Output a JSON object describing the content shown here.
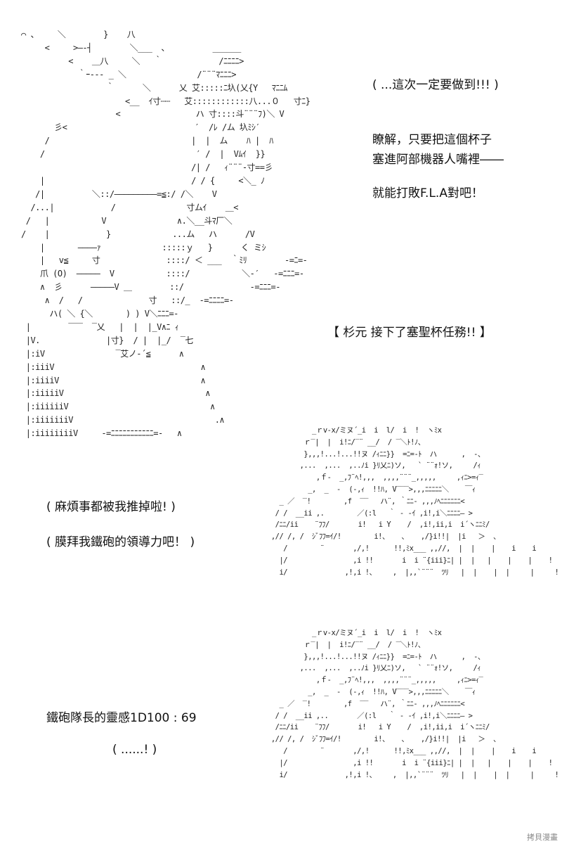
{
  "art": {
    "scene1": [
      "⌒ 、    ＼        }    八",
      "     <     >―‐┤        ＼___  ､          ______",
      "          <    ＿八     ＼   ｀            /ﾆﾆﾆﾆ>",
      "            ｀ｰ--‐ _ ＼               /¨¨¨ﾏﾆﾆﾆ>",
      "                  ｀      ＼      乂 艾:::::ﾆ圦(乂{Y   ﾏﾆﾆﾑ",
      "                      <__  ｲ寸┄┄   艾::::::::::::八...０   寸ﾆ}",
      "                    <                ハ 寸::::斗¨¨¨ﾌ)＼ V",
      "       彡<                           ′  /ﾚ /ム 圦ﾐｼ′",
      "     /                              |  |  ム    ﾊ |  ﾊ",
      "    /                                ′ /  |  Vﾑｲ  }}",
      "                                    /| /   ｨ¨¨¨-寸==彡",
      "    |                               / / {     <＼_ ﾉ",
      "   /|          ＼::/―――――――――=≦:/ /＼    V",
      "  /...|            /               寸ムｲ    ＿<",
      " /   |           V               ∧.＼__斗ﾏ厂＼",
      "/    |            }             ...ム   ハ      /V",
      "    |       ――――ｧ             :::::ｙ   }      く ミｼ",
      "    |   v≦     寸              ::::/ ＜ ___  ｀ﾐﾘ        -=ﾆ=-",
      "    爪 (O)  ―――――  V           ::::/           ＼-′   -=ﾆﾆﾆ=-",
      "    ∧  彡      ―――――V ＿        ::/              -=ﾆﾆﾆ=-",
      "     ∧  /   /              寸   ::/_  -=ﾆﾆﾆﾆ=-",
      "      ハ( ＼ {＼       ) ) V＼ﾆﾆﾆ=-",
      " |        ‾‾‾  ‾乂   |  |  |_V∧ﾆ ｨ",
      " |V.              |寸}  / |  |_/  ‾七",
      " |:iV               ‾艾ノ‐´≦      ∧",
      " |:iiiV                               ∧",
      " |:iiiiV                              ∧",
      " |:iiiiiV                              ∧",
      " |:iiiiiiV                              ∧",
      " |:iiiiiiiV                              .∧",
      " |:iiiiiiiiV     -=ﾆﾆﾆﾆﾆﾆﾆﾆﾆﾆﾆ=-   ∧"
    ],
    "scene2": [
      "           _ｒv‐x/ミヌ´_i  i  l/  i  !  ヽﾐx",
      "         ｒ‾|  |  i!ﾆ/‾¨ __/  / ‾＼ﾄ!ﾉ、",
      "         },,,!...!...!!ヌ /ｨﾆﾆ}}  =ﾆ=-ﾄ  ハ      ,  -、",
      "        ,...  ,...  ,..ﾉi }ﾘ乂ﾆ)ソ,   ` ¨¨ｫ!ソ,     /ｨ",
      "            ,ｆ‐  _,ﾌ¨ﾍ!,,,  ,,,,¨¨¨_,,,,,     ,ｨﾆ>=ｨ‾",
      "          _,  _  ‐  (‐,ｨ  !!ﾊ, V‾‾‾>,,,ﾆﾆﾆﾆﾆ＼    ￣ｨ",
      "   _ ／  ‾!        ,f  ‾‾   ハ¨, ｀ﾆﾆ‐ ,,,ﾉﾍﾆﾆﾆﾆﾆﾆ<",
      "  / /  __ii ,.        ／(:l   ｀ ‐ -ｲ ,i!,i＼ﾆﾆﾆﾆ― >",
      "  /ﾆﾆ/ii    ¨ﾌﾌ/       i!   i Y    /  ,i!,ii,i  i´ヽﾆﾆﾐ/",
      " ,// /, /  ｼﾞﾌﾌ=ｲ/!        i!、   、   ,/}i!!|  |i   ＞  、",
      "    /        ¨       ,/,!      !!,ﾐx___ ,,//,  |  |    |    i    i",
      "   |/                ,i !!       i  i ¨{iii}ﾆ| |  |   |    |    |    !",
      "   i/              ,!,i !、    ,  |,,`¨¨¨  ﾂﾘ   |  |    |  |     |     !"
    ],
    "scene3": [
      "           _ｒv‐x/ミヌ´_i  i  l/  i  !  ヽﾐx",
      "         ｒ‾|  |  i!ﾆ/‾¨ __/  / ‾＼ﾄ!ﾉ、",
      "         },,,!...!...!!ヌ /ｨﾆﾆ}}  =ﾆ=-ﾄ  ハ      ,  -、",
      "        ,...  ,...  ,..ﾉi }ﾘ乂ﾆ)ソ,   ` ¨¨ｫ!ソ,     /ｨ",
      "            ,ｆ‐  _,ﾌ¨ﾍ!,,,  ,,,,¨¨¨_,,,,,     ,ｨﾆ>=ｨ‾",
      "          _,  _  ‐  (‐,ｨ  !!ﾊ, V‾‾‾>,,,ﾆﾆﾆﾆﾆ＼    ￣ｨ",
      "   _ ／  ‾!        ,f  ‾‾   ハ¨, ｀ﾆﾆ‐ ,,,ﾉﾍﾆﾆﾆﾆﾆﾆ<",
      "  / /  __ii ,..       ／(:l   ｀ ‐ -ｲ ,i!,i＼ﾆﾆﾆﾆ― >",
      "  /ﾆﾆ/ii    ¨ﾌﾌ/       i!   i Y    /  ,i!,ii,i  i´ヽﾆﾆﾐ/",
      " ,// /, /  ｼﾞﾌﾌ=ｲ/!        i!、   、   ,/}i!!|  |i   ＞  、",
      "    /        ¨       ,/,!      !!,ﾐx___ ,,//,  |  |    |    i    i",
      "   |/                ,i !!       i  i ¨{iii}ﾆ| |  |   |    |    |    !",
      "   i/              ,!,i !、    ,  |,,`¨¨¨  ﾂﾘ   |  |    |  |     |     !"
    ]
  },
  "text": {
    "line1": "( ...這次一定要做到!!! )",
    "line2": "瞭解，只要把這個杯子",
    "line3": "塞進阿部機器人嘴裡――",
    "line4": "就能打敗F.L.A對吧！",
    "line5": "【 杉元  接下了塞聖杯任務!! 】",
    "line6": "( 麻煩事都被我推掉啦! )",
    "line7": "( 膜拜我鐵砲的領導力吧！ )",
    "line8": "鐵砲隊長的靈感1D100 : 69",
    "line9": "( ......! )"
  },
  "watermark": "拷貝漫畫"
}
